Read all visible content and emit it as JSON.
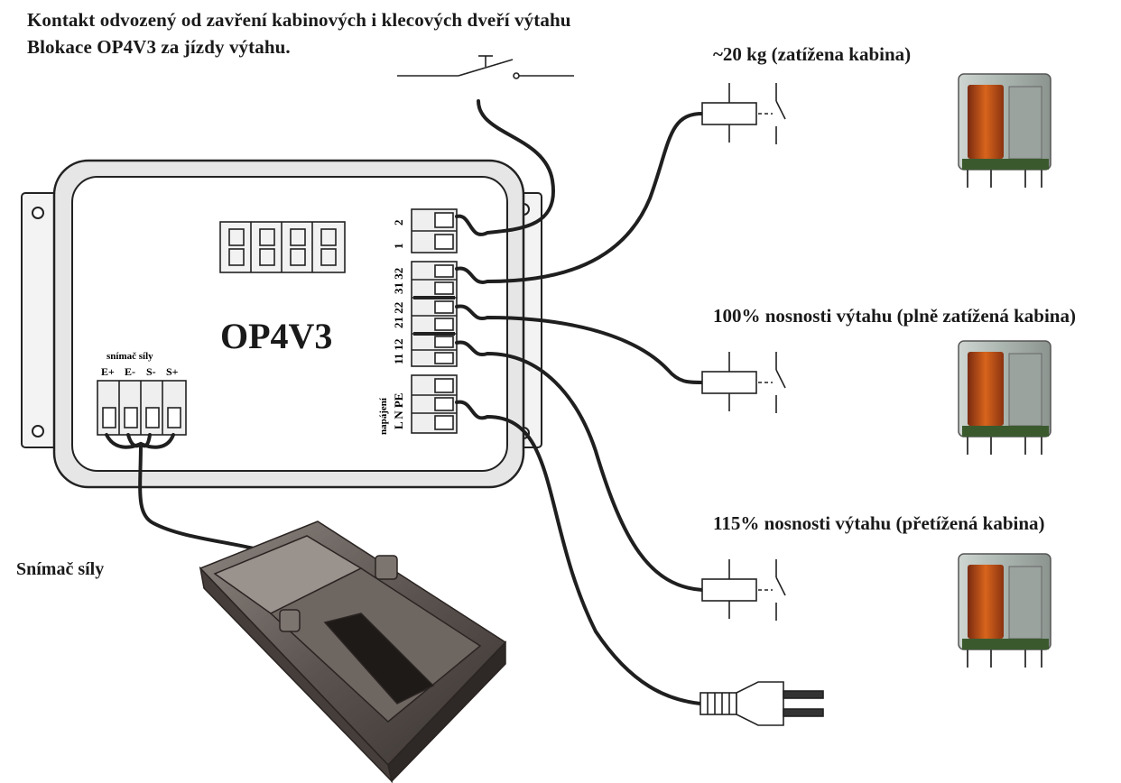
{
  "header": {
    "line1": "Kontakt odvozený od zavření kabinových i klecových dveří výtahu",
    "line2": "Blokace OP4V3 za jízdy výtahu."
  },
  "device": {
    "title": "OP4V3",
    "sensor_label": "snímač síly",
    "sensor_pins": [
      "E+",
      "E-",
      "S-",
      "S+"
    ],
    "terminals_top": [
      "2",
      "1"
    ],
    "terminals_relay": [
      "31 32",
      "21 22",
      "11 12"
    ],
    "power_label": "napájení",
    "power_pins": "L N PE"
  },
  "relays": [
    {
      "label": "~20 kg (zatížena kabina)"
    },
    {
      "label": "100% nosnosti výtahu (plně zatížená kabina)"
    },
    {
      "label": "115% nosnosti výtahu (přetížená kabina)"
    }
  ],
  "load_cell": {
    "label": "Snímač síly"
  }
}
